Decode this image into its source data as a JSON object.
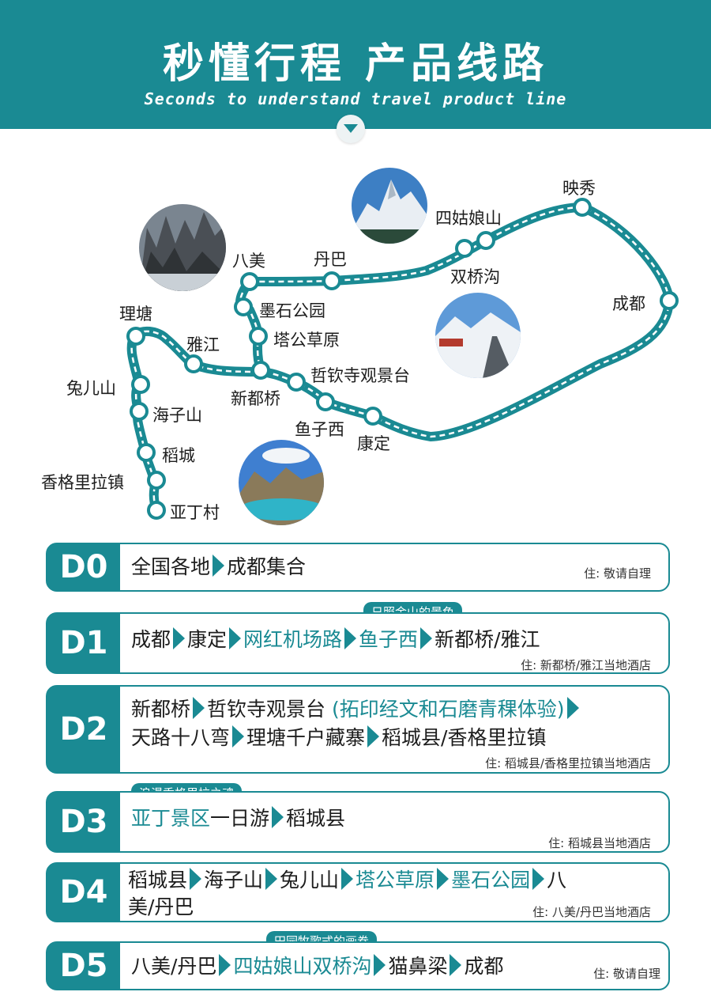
{
  "header": {
    "title": "秒懂行程  产品线路",
    "subtitle": "Seconds to understand travel product line"
  },
  "map": {
    "stops": [
      {
        "id": "yingxiu",
        "label": "映秀"
      },
      {
        "id": "chengdu",
        "label": "成都"
      },
      {
        "id": "siguniang",
        "label": "四姑娘山"
      },
      {
        "id": "shuangqiao",
        "label": "双桥沟"
      },
      {
        "id": "danba",
        "label": "丹巴"
      },
      {
        "id": "bamei",
        "label": "八美"
      },
      {
        "id": "moshi",
        "label": "墨石公园"
      },
      {
        "id": "tagong",
        "label": "塔公草原"
      },
      {
        "id": "xinduqiao",
        "label": "新都桥"
      },
      {
        "id": "zheqin",
        "label": "哲钦寺观景台"
      },
      {
        "id": "yuzixi",
        "label": "鱼子西"
      },
      {
        "id": "kangding",
        "label": "康定"
      },
      {
        "id": "yajiang",
        "label": "雅江"
      },
      {
        "id": "litang",
        "label": "理塘"
      },
      {
        "id": "tuershan",
        "label": "兔儿山"
      },
      {
        "id": "haizishan",
        "label": "海子山"
      },
      {
        "id": "daocheng",
        "label": "稻城"
      },
      {
        "id": "xianggelila",
        "label": "香格里拉镇"
      },
      {
        "id": "yading",
        "label": "亚丁村"
      }
    ]
  },
  "days": [
    {
      "day": "D0",
      "line1": [
        "全国各地",
        "成都集合"
      ],
      "stay": "住: 敬请自理"
    },
    {
      "day": "D1",
      "tag": "日照金山的景色",
      "stops": [
        "成都",
        "康定",
        "网红机场路",
        "鱼子西",
        "新都桥/雅江"
      ],
      "stay": "住: 新都桥/雅江当地酒店"
    },
    {
      "day": "D2",
      "stops_line1": [
        "新都桥",
        "哲钦寺观景台",
        "(拓印经文和石磨青稞体验)"
      ],
      "stops_line2": [
        "天路十八弯",
        "理塘千户藏寨",
        "稻城县/香格里拉镇"
      ],
      "stay": "住: 稻城县/香格里拉镇当地酒店"
    },
    {
      "day": "D3",
      "tag": "浪漫香格里拉之魂",
      "stops": [
        "亚丁景区",
        "一日游",
        "稻城县"
      ],
      "stay": "住: 稻城县当地酒店"
    },
    {
      "day": "D4",
      "stops_line1": [
        "稻城县",
        "海子山",
        "兔儿山",
        "塔公草原",
        "墨石公园",
        "八"
      ],
      "stops_line2": [
        "美/丹巴"
      ],
      "stay": "住: 八美/丹巴当地酒店"
    },
    {
      "day": "D5",
      "tag": "田园牧歌式的画卷",
      "stops": [
        "八美/丹巴",
        "四姑娘山双桥沟",
        "猫鼻梁",
        "成都"
      ],
      "stay": "住: 敬请自理"
    }
  ]
}
